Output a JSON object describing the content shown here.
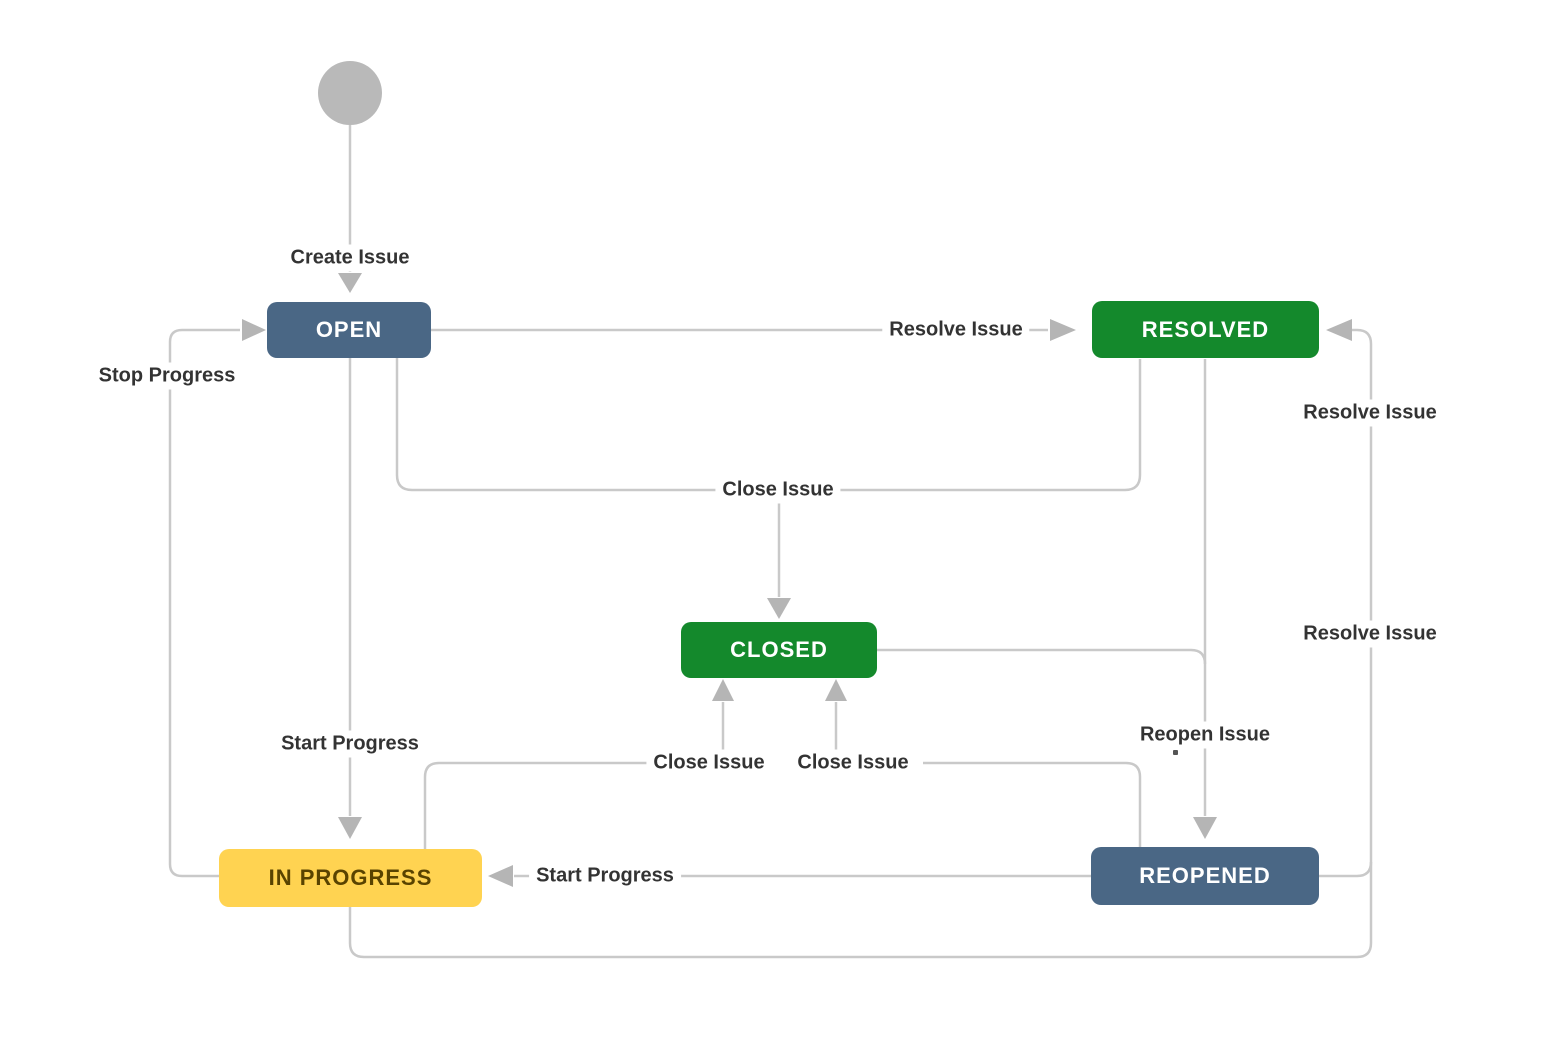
{
  "colors": {
    "line": "#c9c9c9",
    "arrow": "#b5b5b5",
    "label_text": "#333333",
    "node_text": "#ffffff",
    "node_blue": "#4a6785",
    "node_green": "#14892c",
    "node_yellow": "#ffd351",
    "node_yellow_text": "#594300",
    "start_circle": "#b9b9b9",
    "canvas_bg": "#ffffff"
  },
  "nodes": {
    "open": {
      "label": "OPEN",
      "color": "#4a6785"
    },
    "resolved": {
      "label": "RESOLVED",
      "color": "#14892c"
    },
    "closed": {
      "label": "CLOSED",
      "color": "#14892c"
    },
    "in_progress": {
      "label": "IN PROGRESS",
      "color": "#ffd351"
    },
    "reopened": {
      "label": "REOPENED",
      "color": "#4a6785"
    }
  },
  "transitions": {
    "create_issue": {
      "label": "Create Issue",
      "from": "start",
      "to": "open"
    },
    "open_resolve": {
      "label": "Resolve Issue",
      "from": "open",
      "to": "resolved"
    },
    "stop_progress": {
      "label": "Stop Progress",
      "from": "in_progress",
      "to": "open"
    },
    "close_issue_top": {
      "label": "Close Issue",
      "from": "open/resolved",
      "to": "closed"
    },
    "reopen_issue": {
      "label": "Reopen Issue",
      "from": "resolved/closed",
      "to": "reopened"
    },
    "resolve_issue_right_upper": {
      "label": "Resolve Issue",
      "from": "reopened",
      "to": "resolved"
    },
    "resolve_issue_right_lower": {
      "label": "Resolve Issue",
      "from": "in_progress",
      "to": "resolved"
    },
    "close_issue_left": {
      "label": "Close Issue",
      "from": "in_progress",
      "to": "closed"
    },
    "close_issue_right": {
      "label": "Close Issue",
      "from": "reopened",
      "to": "closed"
    },
    "start_progress_top": {
      "label": "Start Progress",
      "from": "open",
      "to": "in_progress"
    },
    "start_progress_mid": {
      "label": "Start Progress",
      "from": "reopened",
      "to": "in_progress"
    }
  }
}
